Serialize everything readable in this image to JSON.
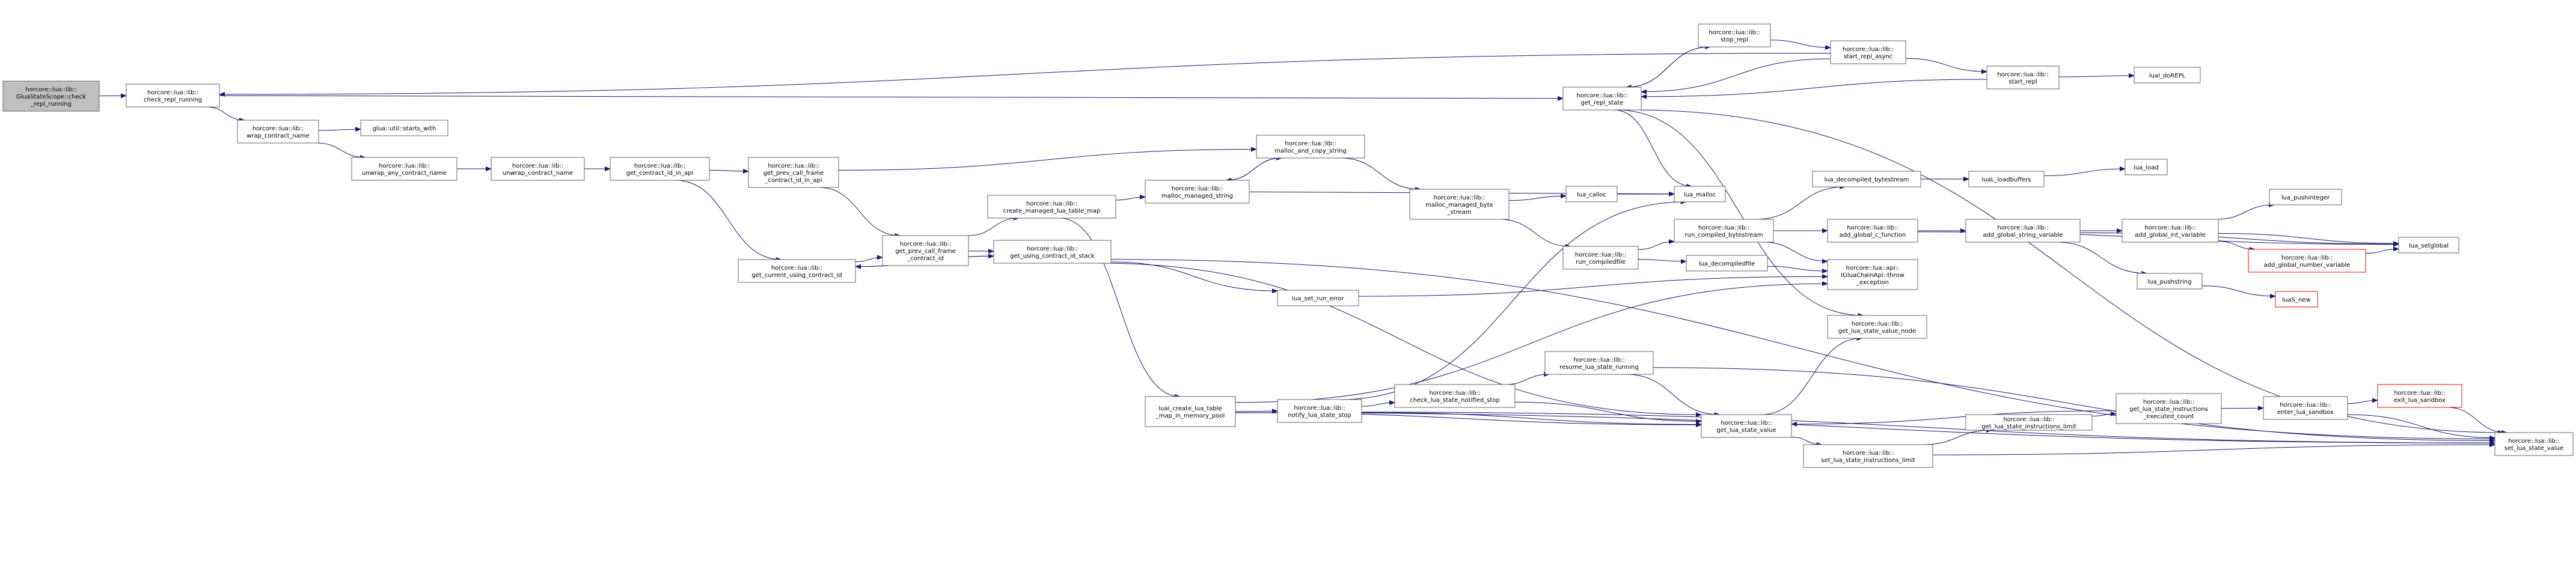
{
  "colors": {
    "edge": "#191970",
    "root_fill": "#bfbfbf",
    "node_border": "#666666",
    "red_border": "#ff0000"
  },
  "nodes": [
    {
      "id": "root",
      "lines": [
        "horcore::lua::lib::",
        "GluaStateScope::check",
        "_repl_running"
      ],
      "style": "root"
    },
    {
      "id": "check_repl_running",
      "lines": [
        "horcore::lua::lib::",
        "check_repl_running"
      ]
    },
    {
      "id": "wrap_contract_name",
      "lines": [
        "horcore::lua::lib::",
        "wrap_contract_name"
      ]
    },
    {
      "id": "starts_with",
      "lines": [
        "glua::util::starts_with"
      ]
    },
    {
      "id": "unwrap_any_contract_name",
      "lines": [
        "horcore::lua::lib::",
        "unwrap_any_contract_name"
      ]
    },
    {
      "id": "unwrap_contract_name",
      "lines": [
        "horcore::lua::lib::",
        "unwrap_contract_name"
      ]
    },
    {
      "id": "get_contract_id_in_api",
      "lines": [
        "horcore::lua::lib::",
        "get_contract_id_in_api"
      ]
    },
    {
      "id": "get_prev_call_frame_contract_id_in_api",
      "lines": [
        "horcore::lua::lib::",
        "get_prev_call_frame",
        "_contract_id_in_api"
      ]
    },
    {
      "id": "get_current_using_contract_id",
      "lines": [
        "horcore::lua::lib::",
        "get_current_using_contract_id"
      ]
    },
    {
      "id": "get_prev_call_frame_contract_id",
      "lines": [
        "horcore::lua::lib::",
        "get_prev_call_frame",
        "_contract_id"
      ]
    },
    {
      "id": "get_using_contract_id_stack",
      "lines": [
        "horcore::lua::lib::",
        "get_using_contract_id_stack"
      ]
    },
    {
      "id": "create_managed_lua_table_map",
      "lines": [
        "horcore::lua::lib::",
        "create_managed_lua_table_map"
      ]
    },
    {
      "id": "malloc_managed_string",
      "lines": [
        "horcore::lua::lib::",
        "malloc_managed_string"
      ]
    },
    {
      "id": "malloc_and_copy_string",
      "lines": [
        "horcore::lua::lib::",
        "malloc_and_copy_string"
      ]
    },
    {
      "id": "malloc_managed_byte_stream",
      "lines": [
        "horcore::lua::lib::",
        "malloc_managed_byte",
        "_stream"
      ]
    },
    {
      "id": "lua_calloc",
      "lines": [
        "lua_calloc"
      ]
    },
    {
      "id": "lua_malloc",
      "lines": [
        "lua_malloc"
      ]
    },
    {
      "id": "run_compiledfile",
      "lines": [
        "horcore::lua::lib::",
        "run_compiledfile"
      ]
    },
    {
      "id": "run_compiled_bytestream",
      "lines": [
        "horcore::lua::lib::",
        "run_compiled_bytestream"
      ]
    },
    {
      "id": "lua_decompiledfile",
      "lines": [
        "lua_decompiledfile"
      ]
    },
    {
      "id": "lua_decompiled_bytestream",
      "lines": [
        "lua_decompiled_bytestream"
      ]
    },
    {
      "id": "luaL_loadbuffers",
      "lines": [
        "luaL_loadbuffers"
      ]
    },
    {
      "id": "lua_load",
      "lines": [
        "lua_load"
      ]
    },
    {
      "id": "add_global_c_function",
      "lines": [
        "horcore::lua::lib::",
        "add_global_c_function"
      ]
    },
    {
      "id": "add_global_string_variable",
      "lines": [
        "horcore::lua::lib::",
        "add_global_string_variable"
      ]
    },
    {
      "id": "add_global_int_variable",
      "lines": [
        "horcore::lua::lib::",
        "add_global_int_variable"
      ]
    },
    {
      "id": "lua_pushinteger",
      "lines": [
        "lua_pushinteger"
      ]
    },
    {
      "id": "lua_setglobal",
      "lines": [
        "lua_setglobal"
      ]
    },
    {
      "id": "add_global_number_variable",
      "lines": [
        "horcore::lua::lib::",
        "add_global_number_variable"
      ],
      "style": "red"
    },
    {
      "id": "lua_pushstring",
      "lines": [
        "lua_pushstring"
      ]
    },
    {
      "id": "luaS_new",
      "lines": [
        "luaS_new"
      ],
      "style": "red"
    },
    {
      "id": "iglua_throw_exception",
      "lines": [
        "horcore::lua::api::",
        "IGluaChainApi::throw",
        "_exception"
      ]
    },
    {
      "id": "lua_set_run_error",
      "lines": [
        "lua_set_run_error"
      ]
    },
    {
      "id": "get_lua_state_value_node",
      "lines": [
        "horcore::lua::lib::",
        "get_lua_state_value_node"
      ]
    },
    {
      "id": "get_repl_state",
      "lines": [
        "horcore::lua::lib::",
        "get_repl_state"
      ]
    },
    {
      "id": "stop_repl",
      "lines": [
        "horcore::lua::lib::",
        "stop_repl"
      ]
    },
    {
      "id": "start_repl_async",
      "lines": [
        "horcore::lua::lib::",
        "start_repl_async"
      ]
    },
    {
      "id": "start_repl",
      "lines": [
        "horcore::lua::lib::",
        "start_repl"
      ]
    },
    {
      "id": "lual_doREPL",
      "lines": [
        "lual_doREPL"
      ]
    },
    {
      "id": "lual_create_lua_table_map_in_memory_pool",
      "lines": [
        "lual_create_lua_table",
        "_map_in_memory_pool"
      ]
    },
    {
      "id": "notify_lua_state_stop",
      "lines": [
        "horcore::lua::lib::",
        "notify_lua_state_stop"
      ]
    },
    {
      "id": "check_lua_state_notified_stop",
      "lines": [
        "horcore::lua::lib::",
        "check_lua_state_notified_stop"
      ]
    },
    {
      "id": "resume_lua_state_running",
      "lines": [
        "horcore::lua::lib::",
        "resume_lua_state_running"
      ]
    },
    {
      "id": "get_lua_state_value",
      "lines": [
        "horcore::lua::lib::",
        "get_lua_state_value"
      ]
    },
    {
      "id": "set_lua_state_instructions_limit",
      "lines": [
        "horcore::lua::lib::",
        "set_lua_state_instructions_limit"
      ]
    },
    {
      "id": "get_lua_state_instructions_limit",
      "lines": [
        "horcore::lua::lib::",
        "get_lua_state_instructions_limit"
      ]
    },
    {
      "id": "get_lua_state_instructions_executed_count",
      "lines": [
        "horcore::lua::lib::",
        "get_lua_state_instructions",
        "_executed_count"
      ]
    },
    {
      "id": "enter_lua_sandbox",
      "lines": [
        "horcore::lua::lib::",
        "enter_lua_sandbox"
      ]
    },
    {
      "id": "exit_lua_sandbox",
      "lines": [
        "horcore::lua::lib::",
        "exit_lua_sandbox"
      ],
      "style": "red"
    },
    {
      "id": "set_lua_state_value",
      "lines": [
        "horcore::lua::lib::",
        "set_lua_state_value"
      ]
    }
  ]
}
